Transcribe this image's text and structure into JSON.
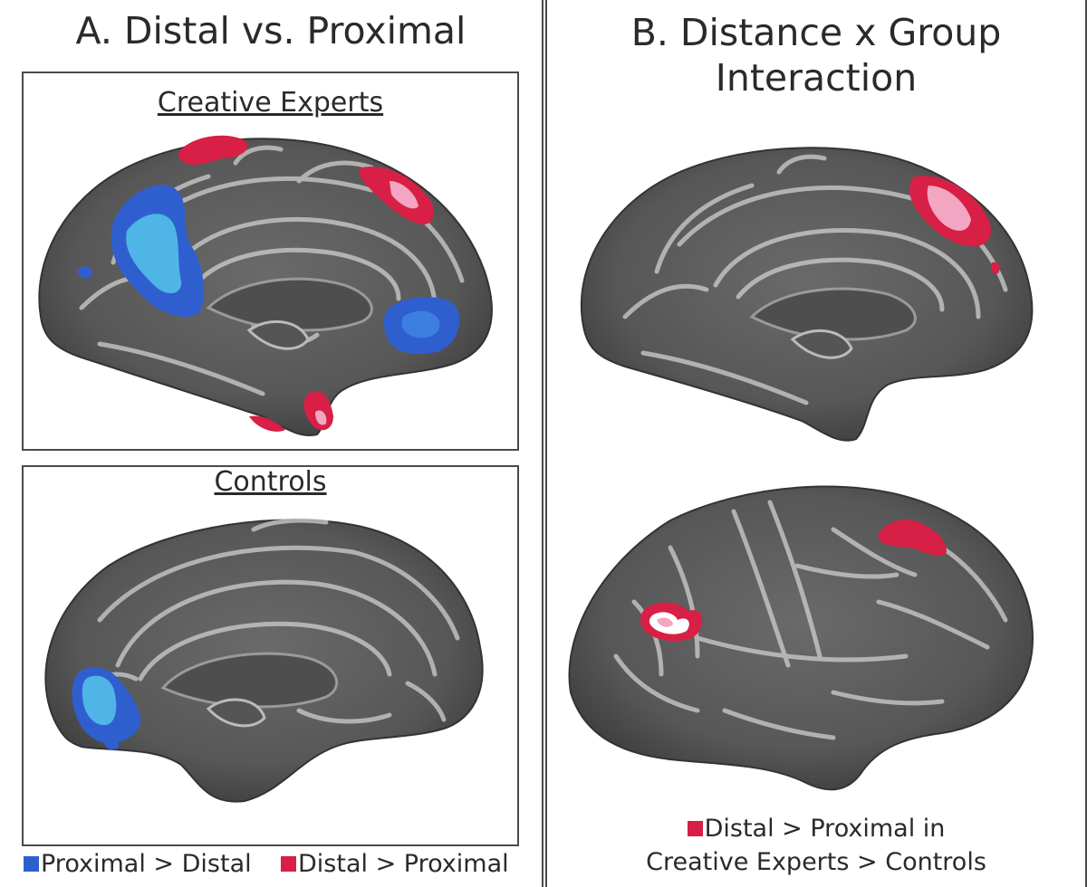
{
  "panel_a": {
    "title": "A.  Distal vs. Proximal",
    "sub1": "Creative Experts",
    "sub2": "Controls",
    "legend": {
      "item1": "Proximal > Distal",
      "item2": "Distal > Proximal"
    }
  },
  "panel_b": {
    "title_line1": "B.  Distance x Group",
    "title_line2": "Interaction",
    "legend_line1": "Distal > Proximal in",
    "legend_line2": "Creative Experts > Controls"
  },
  "colors": {
    "blue": "#2f5fcf",
    "light_blue": "#4fb4e6",
    "red": "#d81f45",
    "pink": "#f2a6c2",
    "brain": "#5a5a5a",
    "frame": "#4a4a4a"
  }
}
